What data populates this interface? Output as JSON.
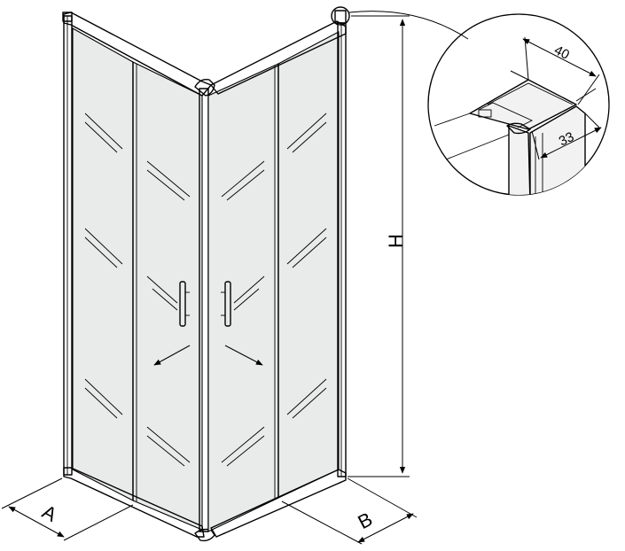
{
  "diagram": {
    "dimensions": {
      "width_a": "A",
      "width_b": "B",
      "height": "H",
      "profile_depth": "40",
      "profile_width": "33"
    }
  }
}
